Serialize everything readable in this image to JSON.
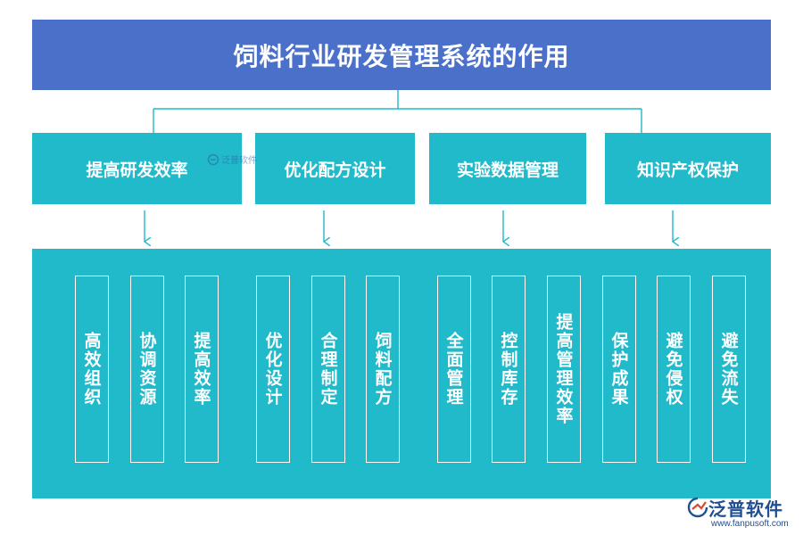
{
  "title": "饲料行业研发管理系统的作用",
  "categories": [
    {
      "label": "提高研发效率"
    },
    {
      "label": "优化配方设计"
    },
    {
      "label": "实验数据管理"
    },
    {
      "label": "知识产权保护"
    }
  ],
  "items": [
    {
      "label": "高效组织"
    },
    {
      "label": "协调资源"
    },
    {
      "label": "提高效率"
    },
    {
      "label": "优化设计"
    },
    {
      "label": "合理制定"
    },
    {
      "label": "饲料配方"
    },
    {
      "label": "全面管理"
    },
    {
      "label": "控制库存"
    },
    {
      "label": "提高管理效率"
    },
    {
      "label": "保护成果"
    },
    {
      "label": "避免侵权"
    },
    {
      "label": "避免流失"
    }
  ],
  "watermark": {
    "text": "泛普软件"
  },
  "logo": {
    "name": "泛普软件",
    "url": "www.fanpusoft.com"
  },
  "colors": {
    "title_bg": "#4a70c9",
    "box_bg": "#20bacb",
    "connector": "#20bacb",
    "logo": "#1f4f93"
  }
}
